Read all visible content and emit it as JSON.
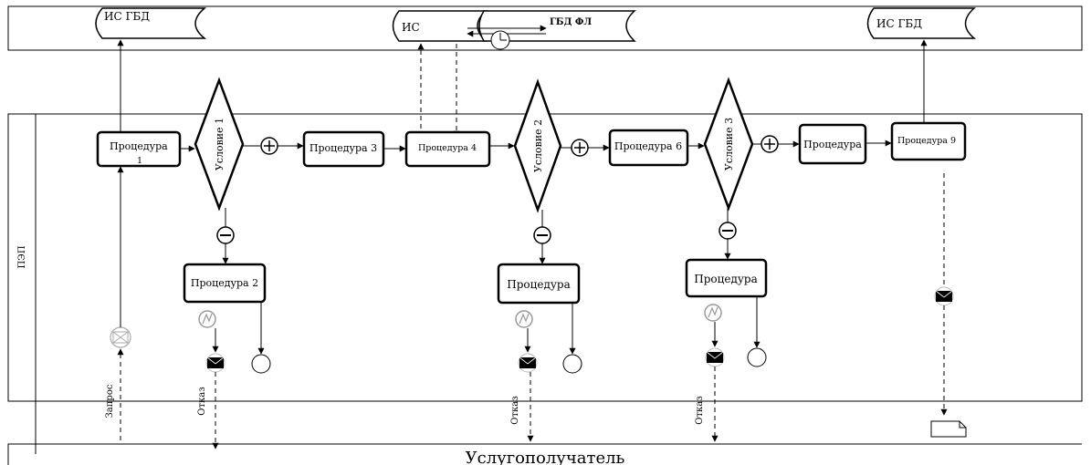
{
  "systems": {
    "isgbd_left": "ИС ГБД",
    "is_center": "ИС",
    "gbdfl": "ГБД ФЛ",
    "isgbd_right": "ИС ГБД"
  },
  "lanes": {
    "pep": "ПЭП",
    "service_recipient": "Услугополучатель"
  },
  "procedures": {
    "p1_line1": "Процедура",
    "p1_line2": "1",
    "p2": "Процедура 2",
    "p3": "Процедура 3",
    "p4": "Процедура 4",
    "p5": "Процедура",
    "p6": "Процедура 6",
    "p7": "Процедура",
    "p8": "Процедура",
    "p9": "Процедура 9"
  },
  "conditions": {
    "c1": "Условие 1",
    "c2": "Условие 2",
    "c3": "Условие 3"
  },
  "flow_labels": {
    "request": "Запрос",
    "refusal1": "Отказ",
    "refusal2": "Отказ",
    "refusal3": "Отказ"
  },
  "colors": {
    "stroke": "#000000",
    "background": "#ffffff",
    "start_event": "#aaaaaa"
  }
}
